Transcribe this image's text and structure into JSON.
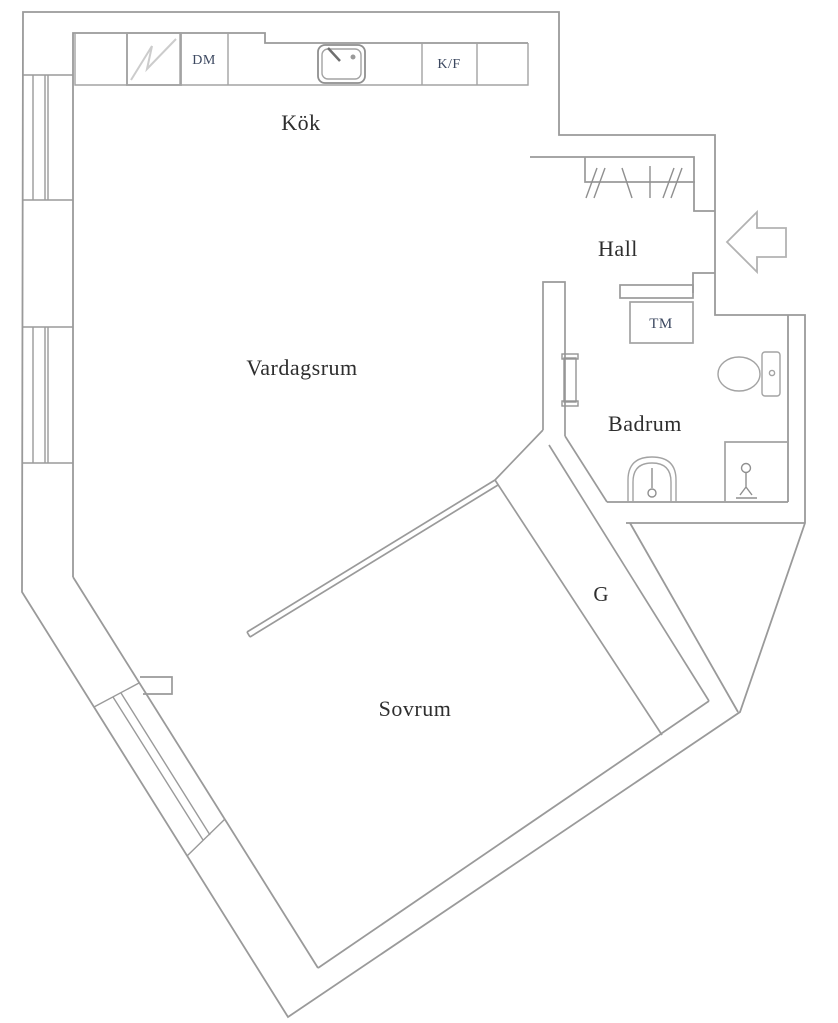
{
  "floorplan": {
    "rooms": {
      "kitchen": "Kök",
      "living_room": "Vardagsrum",
      "hall": "Hall",
      "bathroom": "Badrum",
      "bedroom": "Sovrum",
      "wardrobe": "G"
    },
    "appliances": {
      "dishwasher": "DM",
      "fridge_freezer": "K/F",
      "washing_machine": "TM"
    },
    "colors": {
      "background": "#ffffff",
      "wall_line": "#9a9a9a",
      "light_line": "#b2b2b2",
      "fixture_line": "#a3a3a3",
      "room_label": "#2e2e2e",
      "appliance_label": "#3c4860"
    }
  }
}
